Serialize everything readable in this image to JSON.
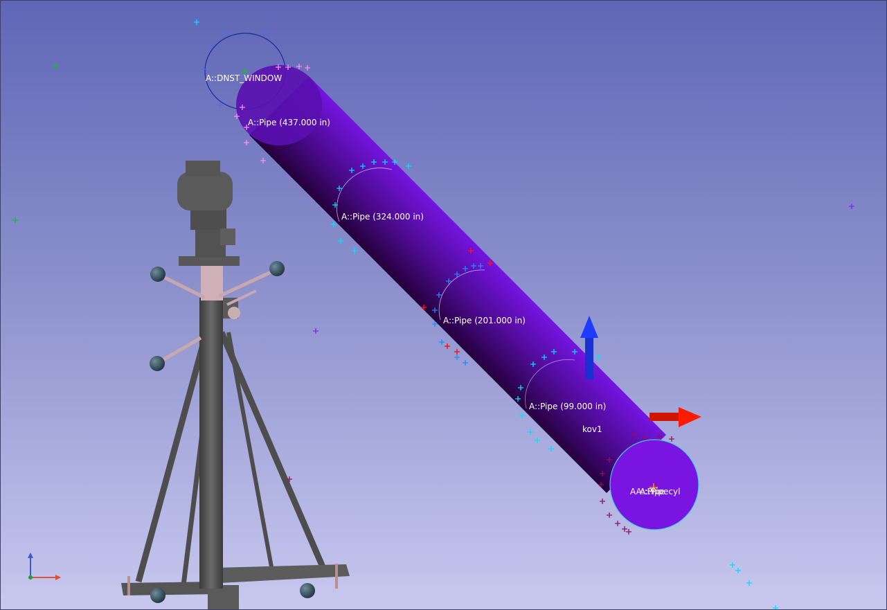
{
  "viewport": {
    "labels": {
      "window": "A::DNST_WINDOW",
      "pipe_437": "A::Pipe (437.000 in)",
      "pipe_324": "A::Pipe (324.000 in)",
      "pipe_201": "A::Pipe (201.000 in)",
      "pipe_99": "A::Pipe (99.000 in)",
      "frame": "kov1",
      "end_a": "AA::Pipe",
      "end_b": "A::Pipecyl"
    },
    "colors": {
      "pipe": "#6a12cc",
      "pipe_shade": "#2a0450",
      "marker_pink": "#ff8ff0",
      "marker_cyan": "#00e0ff",
      "marker_blue": "#1a8cff",
      "marker_red": "#ff1010",
      "marker_maroon": "#8a1060",
      "axis_x": "#ff1a00",
      "axis_y": "#1d3cff",
      "instrument": "#4a4a4a",
      "sphere": "#2f4a5a"
    }
  }
}
